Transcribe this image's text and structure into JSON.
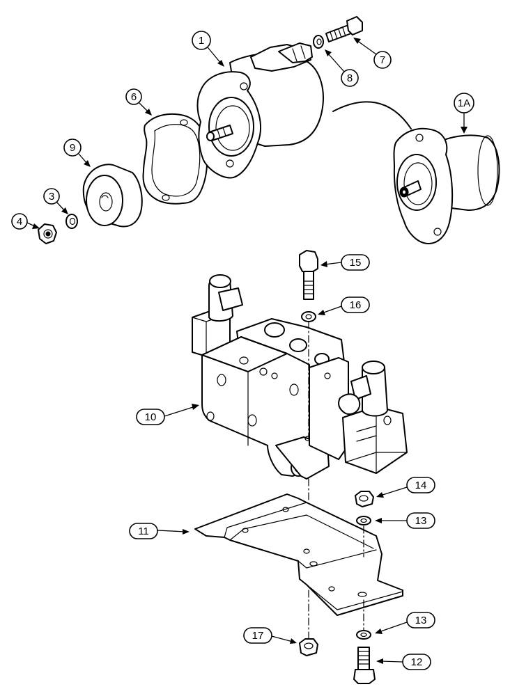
{
  "callouts": {
    "c1": "1",
    "c1A": "1A",
    "c3": "3",
    "c4": "4",
    "c6": "6",
    "c7": "7",
    "c8": "8",
    "c9": "9",
    "c10": "10",
    "c11": "11",
    "c12": "12",
    "c13a": "13",
    "c13b": "13",
    "c14": "14",
    "c15": "15",
    "c16": "16",
    "c17": "17"
  }
}
